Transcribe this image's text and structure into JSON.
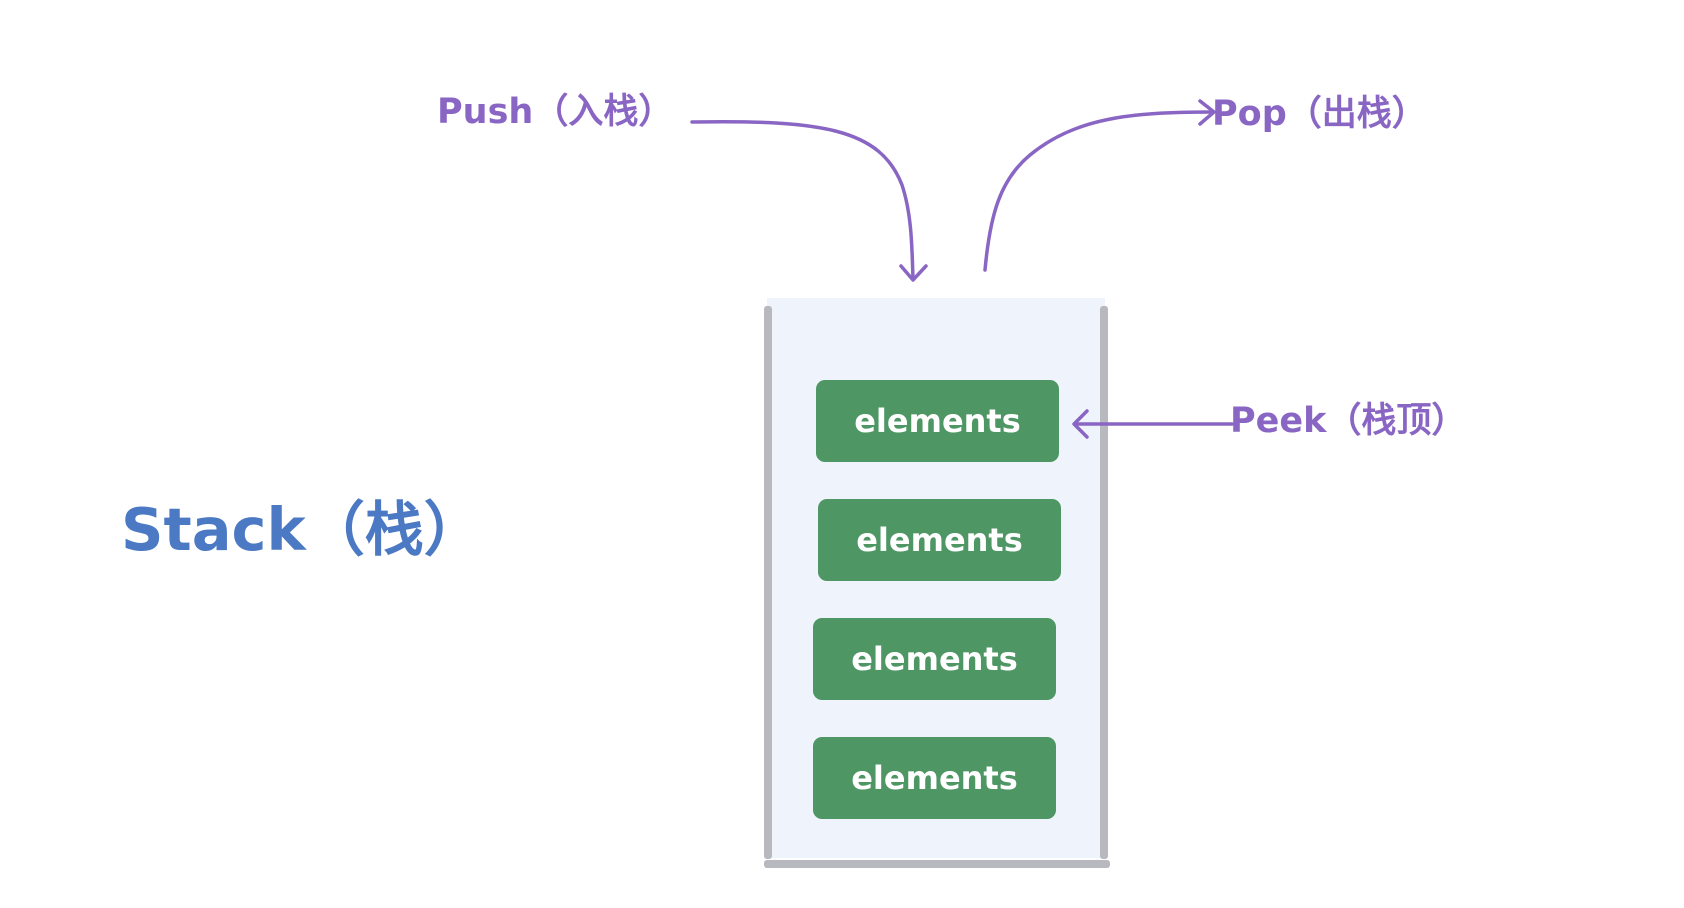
{
  "title": "Stack（栈）",
  "operations": {
    "push": "Push（入栈）",
    "pop": "Pop（出栈）",
    "peek": "Peek（栈顶）"
  },
  "stack": {
    "elements": [
      "elements",
      "elements",
      "elements",
      "elements"
    ]
  },
  "colors": {
    "title": "#4b79c4",
    "operation": "#8a66c4",
    "element": "#4e9664",
    "container_bg": "#eff4fc",
    "container_wall": "#b7b9bf"
  }
}
